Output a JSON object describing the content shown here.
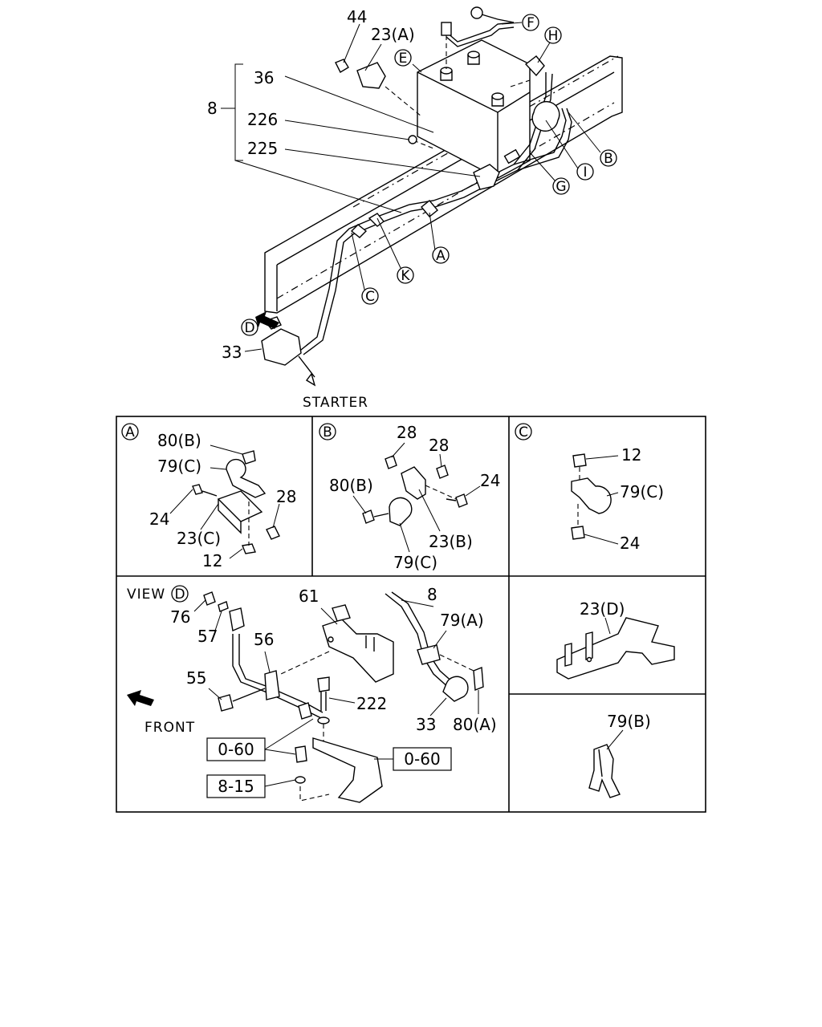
{
  "main_labels": {
    "n44": "44",
    "n23a": "23(A)",
    "n36": "36",
    "n8": "8",
    "n226": "226",
    "n225": "225",
    "n33": "33",
    "starter": "STARTER"
  },
  "callouts": {
    "E": "E",
    "F": "F",
    "H": "H",
    "B": "B",
    "I": "I",
    "G": "G",
    "A": "A",
    "K": "K",
    "C": "C",
    "D": "D"
  },
  "panel_a": {
    "title": "A",
    "labels": [
      "80(B)",
      "79(C)",
      "24",
      "28",
      "23(C)",
      "12"
    ]
  },
  "panel_b": {
    "title": "B",
    "labels": [
      "28",
      "28",
      "80(B)",
      "24",
      "23(B)",
      "79(C)"
    ]
  },
  "panel_c": {
    "title": "C",
    "labels": [
      "12",
      "79(C)",
      "24"
    ]
  },
  "panel_view_d": {
    "view": "VIEW",
    "view_ref": "D",
    "front": "FRONT",
    "labels": [
      "76",
      "57",
      "56",
      "61",
      "8",
      "79(A)",
      "55",
      "222",
      "33",
      "80(A)"
    ],
    "ref_boxes": [
      "0-60",
      "0-60",
      "8-15"
    ]
  },
  "panel_23d": {
    "label": "23(D)"
  },
  "panel_79b": {
    "label": "79(B)"
  }
}
